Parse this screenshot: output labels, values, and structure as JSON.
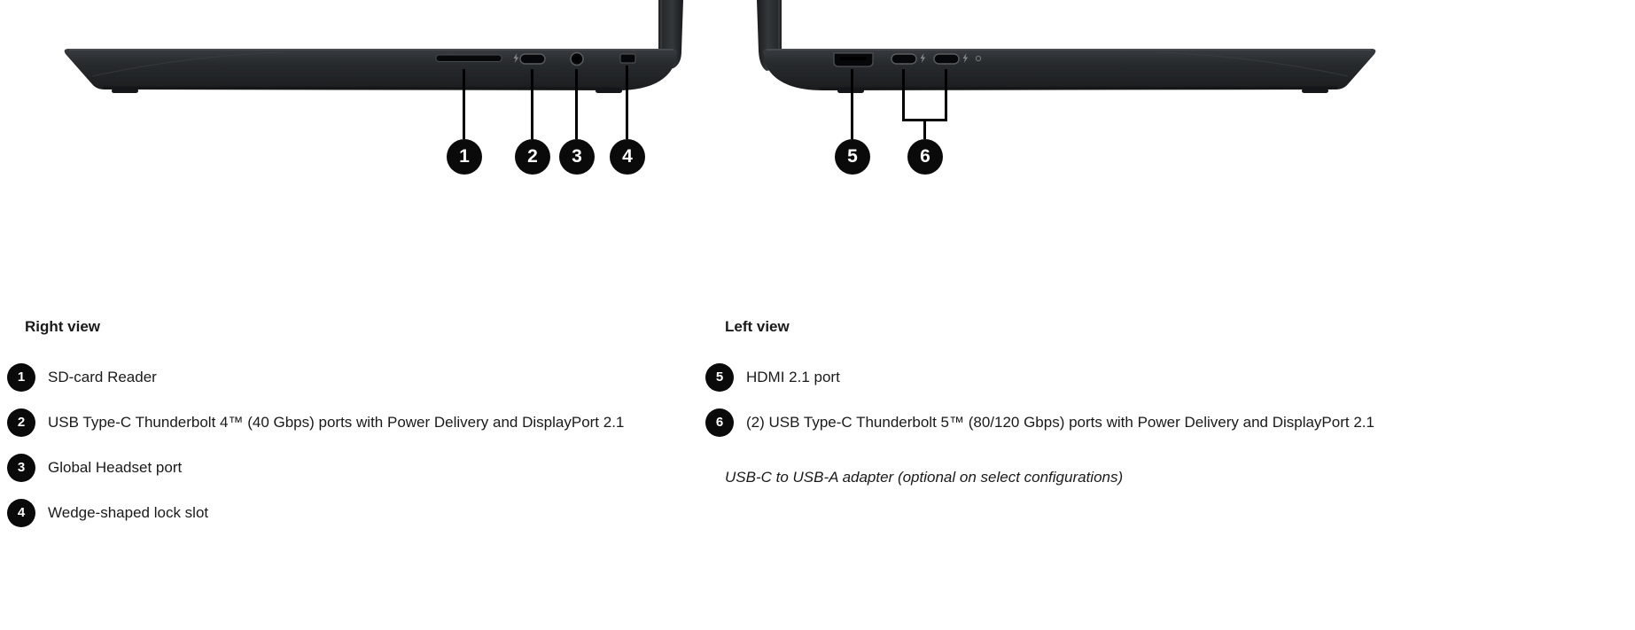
{
  "views": [
    {
      "title": "Right view",
      "callouts": [
        {
          "num": "1",
          "label": "SD-card Reader"
        },
        {
          "num": "2",
          "label": "USB Type-C Thunderbolt 4™ (40 Gbps) ports with Power Delivery and DisplayPort 2.1"
        },
        {
          "num": "3",
          "label": "Global Headset port"
        },
        {
          "num": "4",
          "label": "Wedge-shaped lock slot"
        }
      ]
    },
    {
      "title": "Left view",
      "callouts": [
        {
          "num": "5",
          "label": "HDMI 2.1 port"
        },
        {
          "num": "6",
          "label": "(2) USB Type-C Thunderbolt 5™ (80/120 Gbps) ports with Power Delivery and DisplayPort 2.1"
        }
      ],
      "note": "USB-C to USB-A adapter (optional on select configurations)"
    }
  ],
  "icons": {
    "thunderbolt": "lightning-bolt",
    "power": "power-dot"
  },
  "colors": {
    "callout_bg": "#0a0a0a",
    "callout_fg": "#ffffff",
    "laptop_body": "#26292c",
    "text": "#1a1a1a",
    "page_bg": "#ffffff"
  }
}
